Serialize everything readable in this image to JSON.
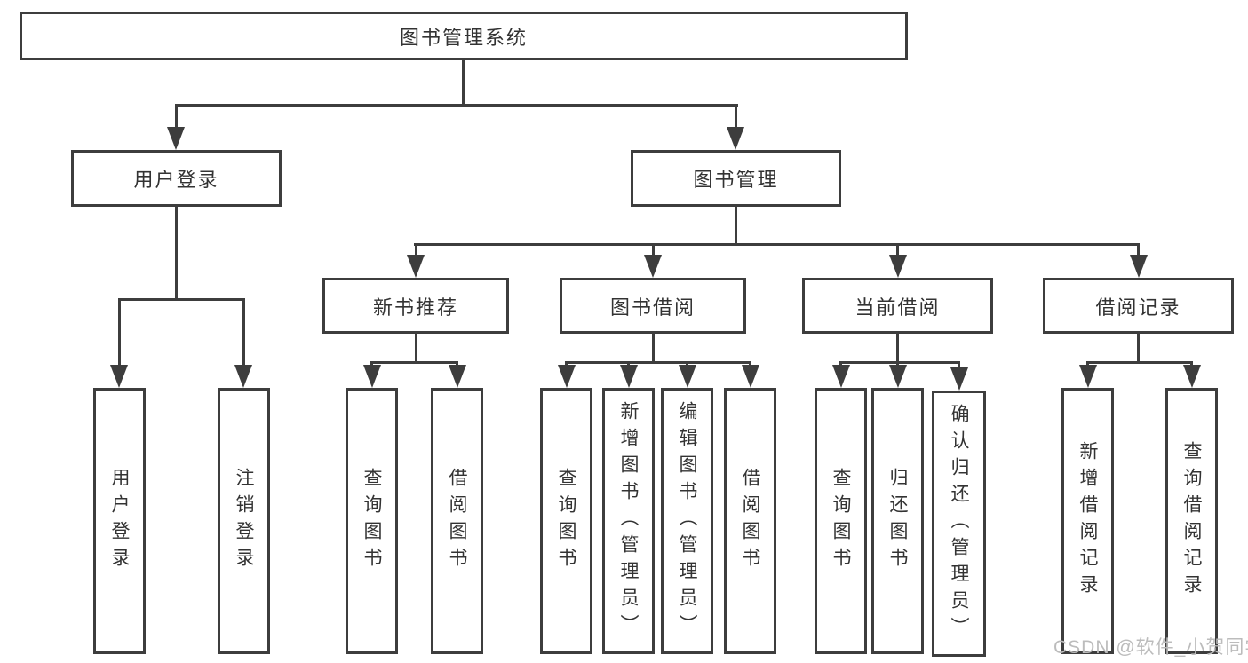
{
  "colors": {
    "background": "#ffffff",
    "line": "#3d3d3d",
    "box_border": "#3d3d3d",
    "text": "#333333",
    "watermark": "#bcbcbc"
  },
  "nodes": {
    "root": {
      "label": "图书管理系统"
    },
    "level2": [
      {
        "label": "用户登录"
      },
      {
        "label": "图书管理"
      }
    ],
    "level3": [
      {
        "label": "新书推荐"
      },
      {
        "label": "图书借阅"
      },
      {
        "label": "当前借阅"
      },
      {
        "label": "借阅记录"
      }
    ],
    "leaves": {
      "user_login": [
        {
          "label": "用户登录"
        },
        {
          "label": "注销登录"
        }
      ],
      "new_book": [
        {
          "label": "查询图书"
        },
        {
          "label": "借阅图书"
        }
      ],
      "book_borrow": [
        {
          "label": "查询图书"
        },
        {
          "label": "新增图书（管理员）"
        },
        {
          "label": "编辑图书（管理员）"
        },
        {
          "label": "借阅图书"
        }
      ],
      "current_borrow": [
        {
          "label": "查询图书"
        },
        {
          "label": "归还图书"
        },
        {
          "label": "确认归还（管理员）"
        }
      ],
      "borrow_records": [
        {
          "label": "新增借阅记录"
        },
        {
          "label": "查询借阅记录"
        }
      ]
    }
  },
  "watermark": {
    "text": "CSDN @软件_小贺同学"
  }
}
